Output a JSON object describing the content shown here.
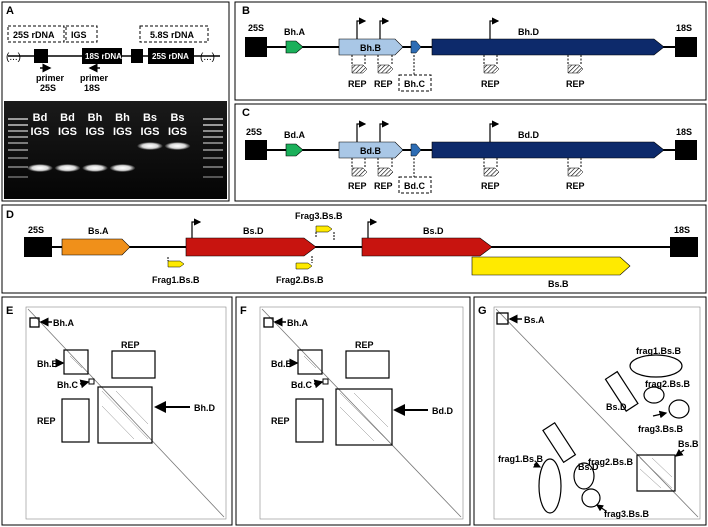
{
  "panels": {
    "A": {
      "letter": "A",
      "rdna_25s": "25S rDNA",
      "igs": "IGS",
      "rdna_58s": "5.8S rDNA",
      "ellipsis": "(...)",
      "block_18s": "18S rDNA",
      "block_25s": "25S rDNA",
      "primer_25s": [
        "primer",
        "25S"
      ],
      "primer_18s": [
        "primer",
        "18S"
      ],
      "lanes": [
        {
          "top": "Bd",
          "bottom": "IGS"
        },
        {
          "top": "Bd",
          "bottom": "IGS"
        },
        {
          "top": "Bh",
          "bottom": "IGS"
        },
        {
          "top": "Bh",
          "bottom": "IGS"
        },
        {
          "top": "Bs",
          "bottom": "IGS"
        },
        {
          "top": "Bs",
          "bottom": "IGS"
        }
      ]
    },
    "B": {
      "letter": "B",
      "left": "25S",
      "right": "18S",
      "a": "Bh.A",
      "b": "Bh.B",
      "c": "Bh.C",
      "d": "Bh.D",
      "rep": "REP"
    },
    "C": {
      "letter": "C",
      "left": "25S",
      "right": "18S",
      "a": "Bd.A",
      "b": "Bd.B",
      "c": "Bd.C",
      "d": "Bd.D",
      "rep": "REP"
    },
    "D": {
      "letter": "D",
      "left": "25S",
      "right": "18S",
      "a": "Bs.A",
      "d1": "Bs.D",
      "d2": "Bs.D",
      "b": "Bs.B",
      "frag1": "Frag1.Bs.B",
      "frag2": "Frag2.Bs.B",
      "frag3": "Frag3.Bs.B"
    },
    "E": {
      "letter": "E",
      "a": "Bh.A",
      "b": "Bh.B",
      "c": "Bh.C",
      "d": "Bh.D",
      "rep1": "REP",
      "rep2": "REP"
    },
    "F": {
      "letter": "F",
      "a": "Bh.A",
      "b": "Bd.B",
      "c": "Bd.C",
      "d": "Bd.D",
      "rep1": "REP",
      "rep2": "REP"
    },
    "G": {
      "letter": "G",
      "a": "Bs.A",
      "b": "Bs.B",
      "d1": "Bs.D",
      "d2": "Bs.D",
      "frag1a": "frag1.Bs.B",
      "frag2a": "frag2.Bs.B",
      "frag3a": "frag3.Bs.B",
      "frag1b": "frag1.Bs.B",
      "frag2b": "frag2.Bs.B",
      "frag3b": "frag3.Bs.B"
    }
  },
  "colors": {
    "green": "#1bb05a",
    "light_blue": "#a9c7e6",
    "mid_blue": "#2e6db4",
    "dark_blue": "#0d2a6b",
    "orange": "#f0901a",
    "red": "#c8140f",
    "yellow": "#ffea00"
  }
}
